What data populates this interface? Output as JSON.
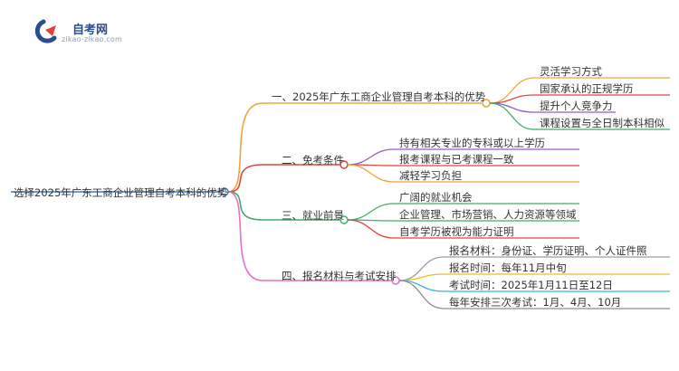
{
  "logo": {
    "title": "自考网",
    "url": "zikao-zikao.com",
    "colors": {
      "blue": "#2a4d8f",
      "red": "#e0453b"
    }
  },
  "mindmap": {
    "root": "选择2025年广东工商企业管理自考本科的优势",
    "root_color": "#3d7ebf",
    "branches": [
      {
        "label": "一、2025年广东工商企业管理自考本科的优势",
        "color": "#f2a33a",
        "children": [
          "灵活学习方式",
          "国家承认的正规学历",
          "提升个人竞争力",
          "课程设置与全日制本科相似"
        ],
        "child_colors": [
          "#f2a33a",
          "#e0453b",
          "#9b59d0",
          "#3fae6a"
        ]
      },
      {
        "label": "二、免考条件",
        "color": "#e0453b",
        "children": [
          "持有相关专业的专科或以上学历",
          "报考课程与已考课程一致",
          "减轻学习负担"
        ],
        "child_colors": [
          "#9b59d0",
          "#e0453b",
          "#f2a33a"
        ]
      },
      {
        "label": "三、就业前景",
        "color": "#3fae6a",
        "children": [
          "广阔的就业机会",
          "企业管理、市场营销、人力资源等领域",
          "自考学历被视为能力证明"
        ],
        "child_colors": [
          "#3fae6a",
          "#3fae6a",
          "#e0453b"
        ]
      },
      {
        "label": "四、报名材料与考试安排",
        "color": "#e86fc8",
        "children": [
          "报名材料：身份证、学历证明、个人证件照",
          "报名时间：每年11月中旬",
          "考试时间：2025年1月11日至12日",
          "每年安排三次考试：1月、4月、10月"
        ],
        "child_colors": [
          "#9e9e9e",
          "#e6c02a",
          "#3bb8c8",
          "#8d8d8d"
        ]
      }
    ]
  }
}
